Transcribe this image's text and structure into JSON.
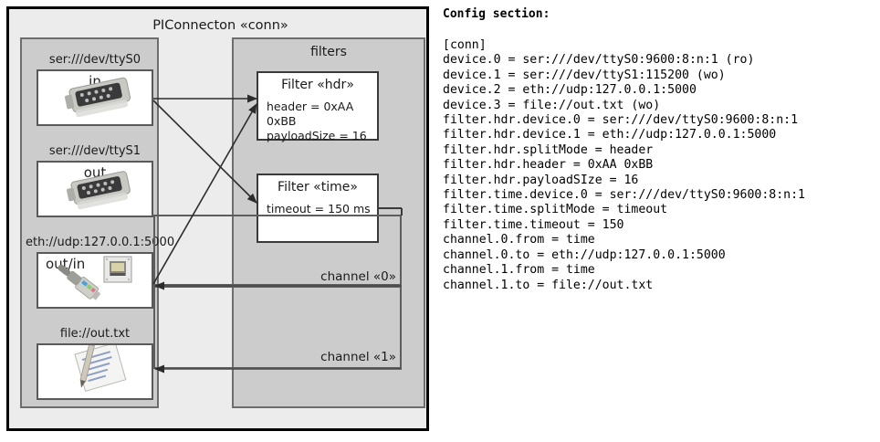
{
  "diagram": {
    "title": "PIConnecton «conn»",
    "devices_panel": {
      "devices": [
        {
          "caption": "ser:///dev/ttyS0",
          "label": "in",
          "icon": "serial-port-icon"
        },
        {
          "caption": "ser:///dev/ttyS1",
          "label": "out",
          "icon": "serial-port-icon"
        },
        {
          "caption": "eth://udp:127.0.0.1:5000",
          "label": "out/in",
          "icon": "ethernet-icon"
        },
        {
          "caption": "file://out.txt",
          "label": "out",
          "icon": "text-file-icon"
        }
      ]
    },
    "filters_panel": {
      "title": "filters",
      "filters": [
        {
          "title": "Filter «hdr»",
          "props": [
            "header = 0xAA 0xBB",
            "payloadSize = 16"
          ]
        },
        {
          "title": "Filter «time»",
          "props": [
            "timeout = 150 ms"
          ]
        }
      ],
      "channels": [
        {
          "label": "channel «0»"
        },
        {
          "label": "channel «1»"
        }
      ]
    }
  },
  "config": {
    "heading": "Config section:",
    "lines": "[conn]\ndevice.0 = ser:///dev/ttyS0:9600:8:n:1 (ro)\ndevice.1 = ser:///dev/ttyS1:115200 (wo)\ndevice.2 = eth://udp:127.0.0.1:5000\ndevice.3 = file://out.txt (wo)\nfilter.hdr.device.0 = ser:///dev/ttyS0:9600:8:n:1\nfilter.hdr.device.1 = eth://udp:127.0.0.1:5000\nfilter.hdr.splitMode = header\nfilter.hdr.header = 0xAA 0xBB\nfilter.hdr.payloadSIze = 16\nfilter.time.device.0 = ser:///dev/ttyS0:9600:8:n:1\nfilter.time.splitMode = timeout\nfilter.time.timeout = 150\nchannel.0.from = time\nchannel.0.to = eth://udp:127.0.0.1:5000\nchannel.1.from = time\nchannel.1.to = file://out.txt"
  },
  "colors": {
    "outer_bg": "#ececec",
    "panel_bg": "#cccccc",
    "box_bg": "#ffffff",
    "frame": "#000000",
    "line": "#3a3a3a"
  }
}
